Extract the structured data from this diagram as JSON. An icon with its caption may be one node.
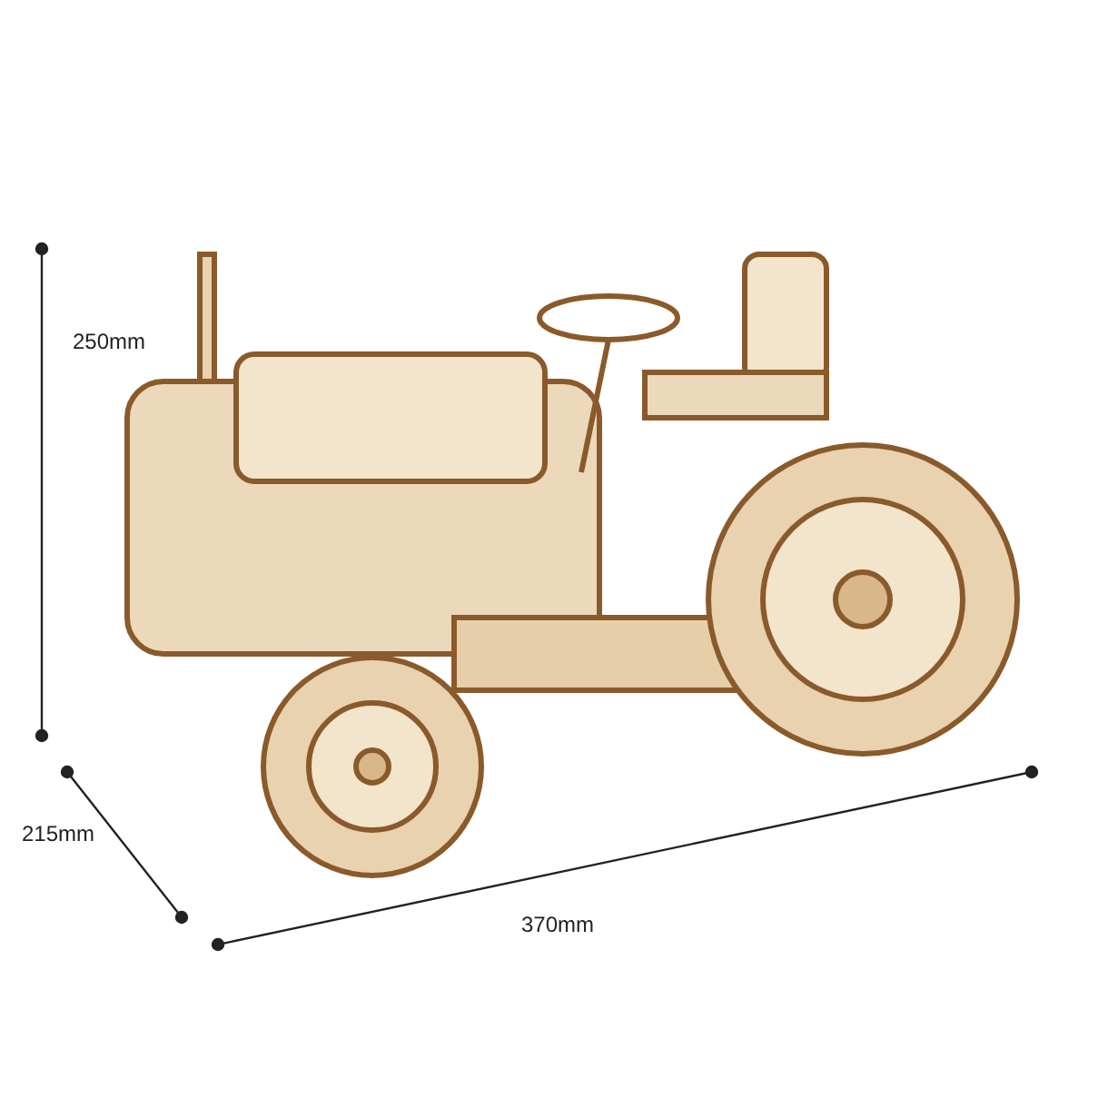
{
  "diagram": {
    "labels": [
      "250mm",
      "215mm",
      "370mm"
    ]
  }
}
